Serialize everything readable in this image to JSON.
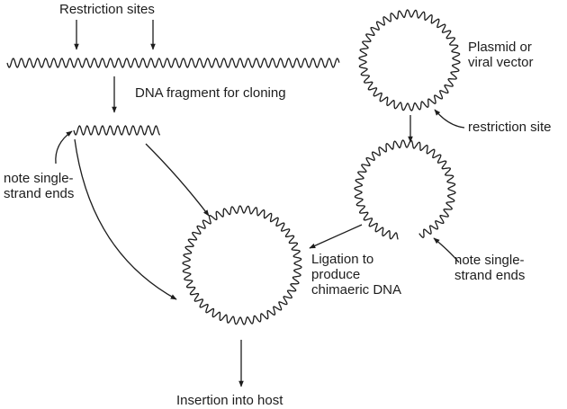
{
  "labels": {
    "restriction_sites": "Restriction sites",
    "dna_fragment": "DNA fragment for cloning",
    "plasmid_vector": "Plasmid or\nviral vector",
    "restriction_site": "restriction site",
    "note_single_strand_left": "note single-\nstrand ends",
    "ligation": "Ligation to\nproduce\nchimaeric DNA",
    "note_single_strand_right": "note single-\nstrand ends",
    "insertion": "Insertion into host"
  },
  "colors": {
    "ink": "#1d1d1d",
    "background": "#ffffff"
  }
}
